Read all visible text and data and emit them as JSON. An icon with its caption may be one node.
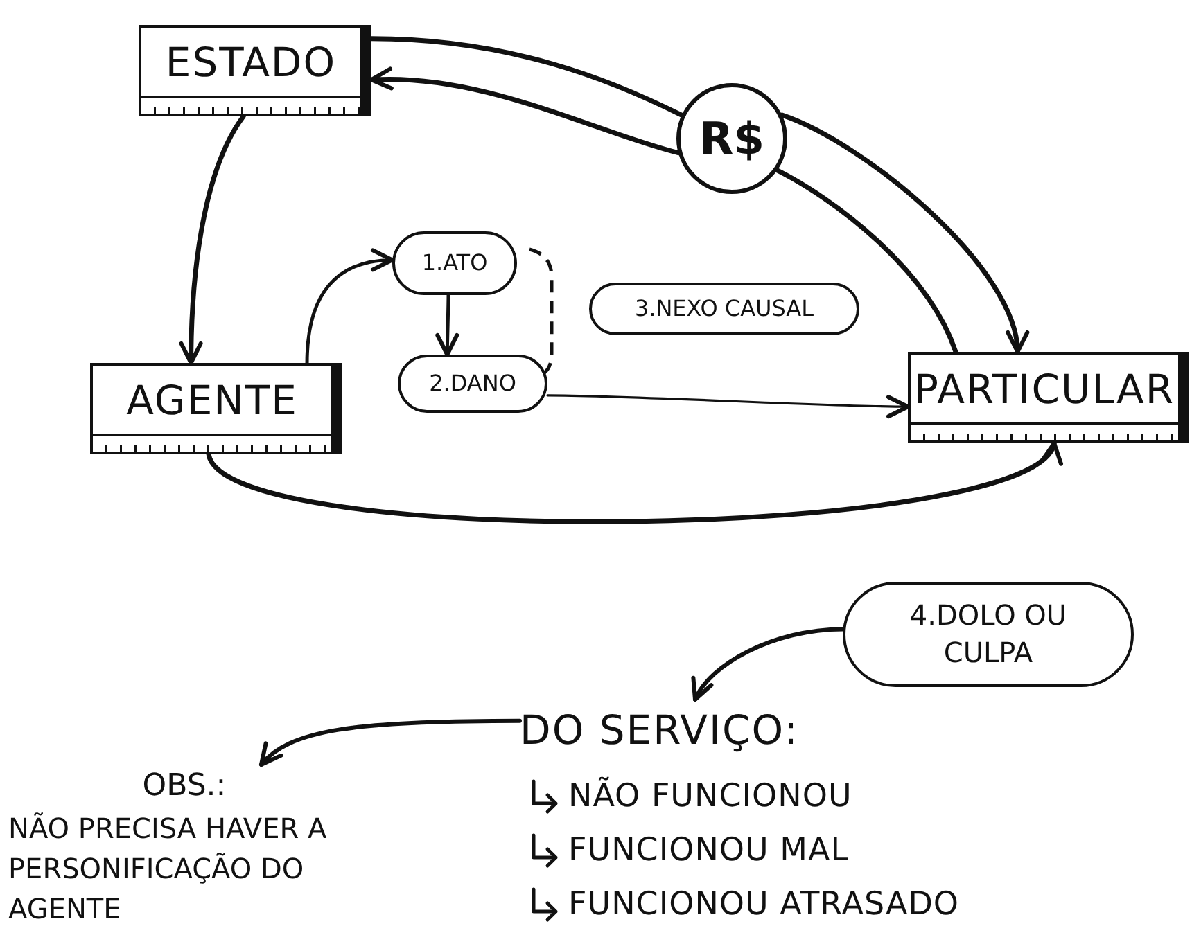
{
  "diagram": {
    "nodes": [
      {
        "text": [
          "ESTADO"
        ]
      },
      {
        "text": [
          "R$"
        ]
      },
      {
        "text": [
          "AGENTE"
        ]
      },
      {
        "text": [
          "1.ATO"
        ]
      },
      {
        "text": [
          "2.DANO"
        ]
      },
      {
        "text": [
          "3.NEXO CAUSAL"
        ]
      },
      {
        "text": [
          "PARTICULAR"
        ]
      },
      {
        "text": [
          "4.DOLO OU CULPA"
        ]
      },
      {
        "text": [
          "DO SERVIÇO:"
        ]
      },
      {
        "text": [
          "OBS.:",
          "NÃO PRECISA HAVER A PERSONIFICAÇÃO DO AGENTE"
        ]
      }
    ],
    "edges": [
      {
        "from": 0,
        "to": 1,
        "arrow": "none"
      },
      {
        "from": 1,
        "to": 6,
        "arrow": "to"
      },
      {
        "from": 6,
        "to": 1,
        "arrow": "none"
      },
      {
        "from": 1,
        "to": 0,
        "arrow": "to"
      },
      {
        "from": 0,
        "to": 2,
        "arrow": "to"
      },
      {
        "from": 2,
        "to": 3,
        "arrow": "to"
      },
      {
        "from": 3,
        "to": 4,
        "arrow": "to"
      },
      {
        "from": 4,
        "to": 6,
        "arrow": "to"
      },
      {
        "from": 2,
        "to": 6,
        "arrow": "to"
      },
      {
        "from": 7,
        "to": 8,
        "arrow": "to"
      },
      {
        "from": 8,
        "to": 9,
        "arrow": "to"
      }
    ],
    "labels": [
      "NÃO FUNCIONOU",
      "FUNCIONOU MAL",
      "FUNCIONOU ATRASADO"
    ]
  }
}
